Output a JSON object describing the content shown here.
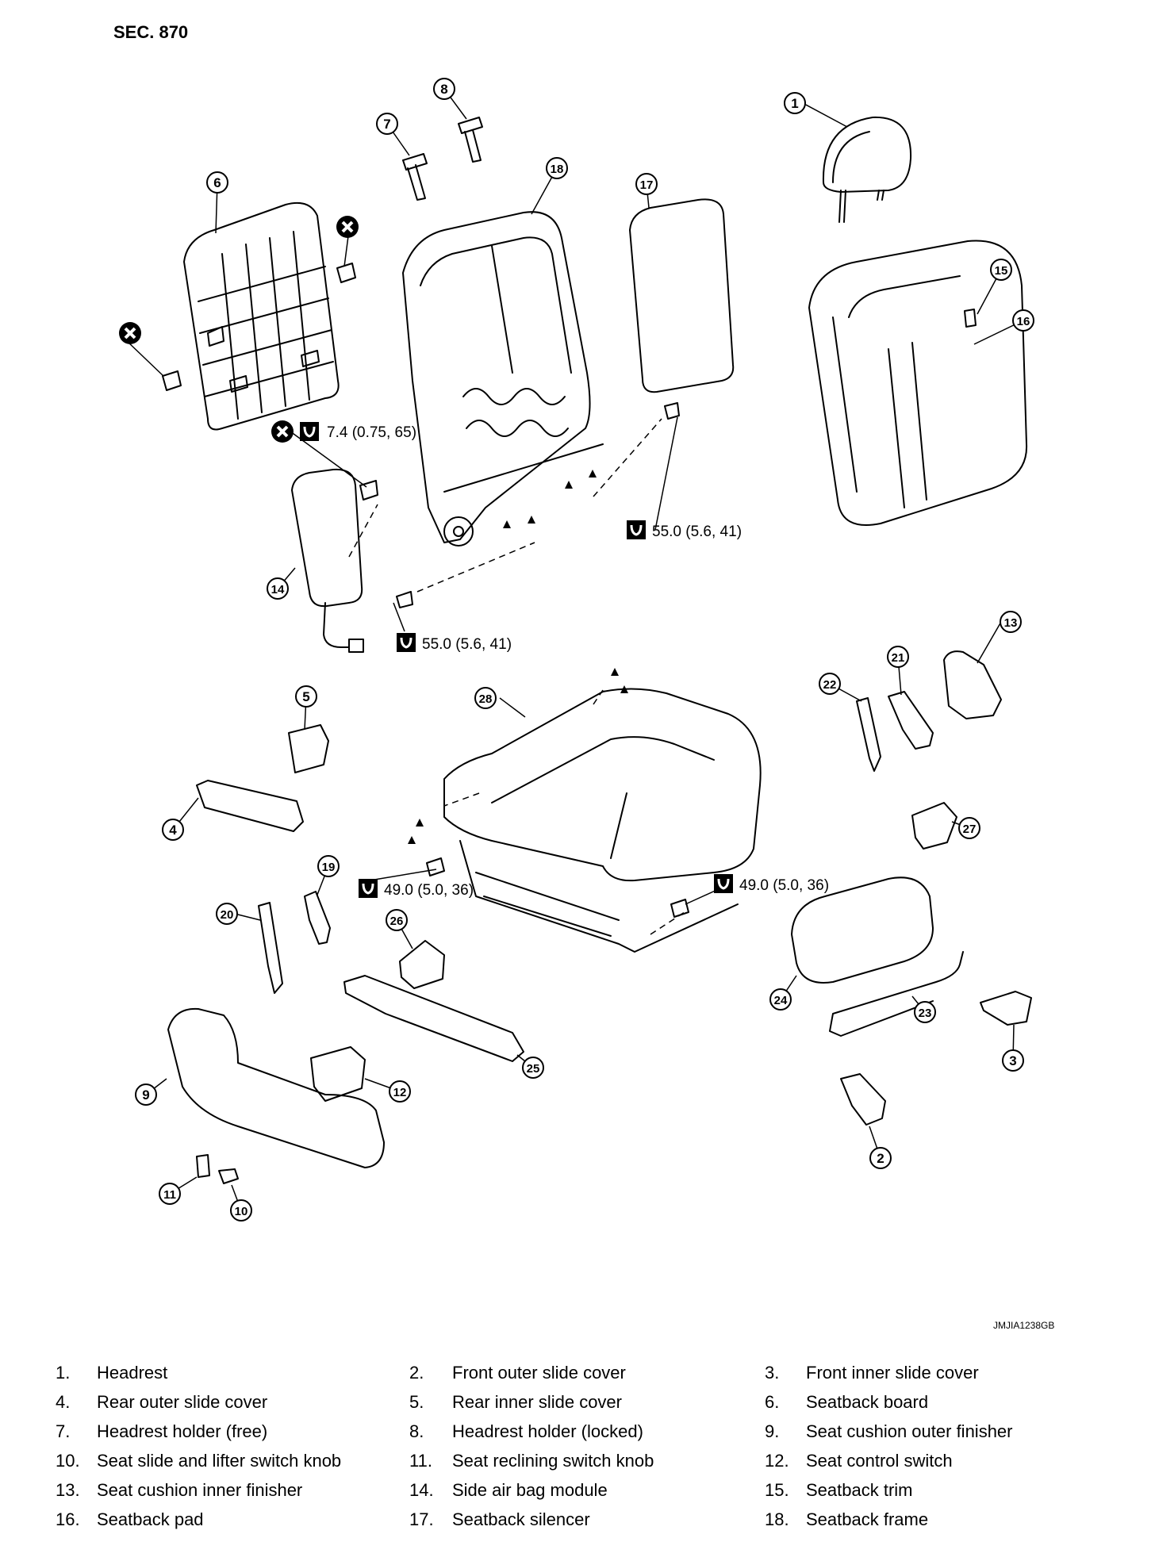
{
  "section": "SEC. 870",
  "figure_code": "JMJIA1238GB",
  "torques": {
    "t1": "7.4 (0.75, 65)",
    "t2": "55.0 (5.6, 41)",
    "t3": "55.0 (5.6, 41)",
    "t4": "49.0 (5.0, 36)",
    "t5": "49.0 (5.0, 36)"
  },
  "callouts": [
    "1",
    "2",
    "3",
    "4",
    "5",
    "6",
    "7",
    "8",
    "9",
    "10",
    "11",
    "12",
    "13",
    "14",
    "15",
    "16",
    "17",
    "18",
    "19",
    "20",
    "21",
    "22",
    "23",
    "24",
    "25",
    "26",
    "27",
    "28"
  ],
  "legend": [
    {
      "num": "1.",
      "label": "Headrest"
    },
    {
      "num": "2.",
      "label": "Front outer slide cover"
    },
    {
      "num": "3.",
      "label": "Front inner slide cover"
    },
    {
      "num": "4.",
      "label": "Rear outer slide cover"
    },
    {
      "num": "5.",
      "label": "Rear inner slide cover"
    },
    {
      "num": "6.",
      "label": "Seatback board"
    },
    {
      "num": "7.",
      "label": "Headrest holder (free)"
    },
    {
      "num": "8.",
      "label": "Headrest holder (locked)"
    },
    {
      "num": "9.",
      "label": "Seat cushion outer finisher"
    },
    {
      "num": "10.",
      "label": "Seat slide and lifter switch knob"
    },
    {
      "num": "11.",
      "label": "Seat reclining switch knob"
    },
    {
      "num": "12.",
      "label": "Seat control switch"
    },
    {
      "num": "13.",
      "label": "Seat cushion inner finisher"
    },
    {
      "num": "14.",
      "label": "Side air bag module"
    },
    {
      "num": "15.",
      "label": "Seatback trim"
    },
    {
      "num": "16.",
      "label": "Seatback pad"
    },
    {
      "num": "17.",
      "label": "Seatback silencer"
    },
    {
      "num": "18.",
      "label": "Seatback frame"
    }
  ]
}
